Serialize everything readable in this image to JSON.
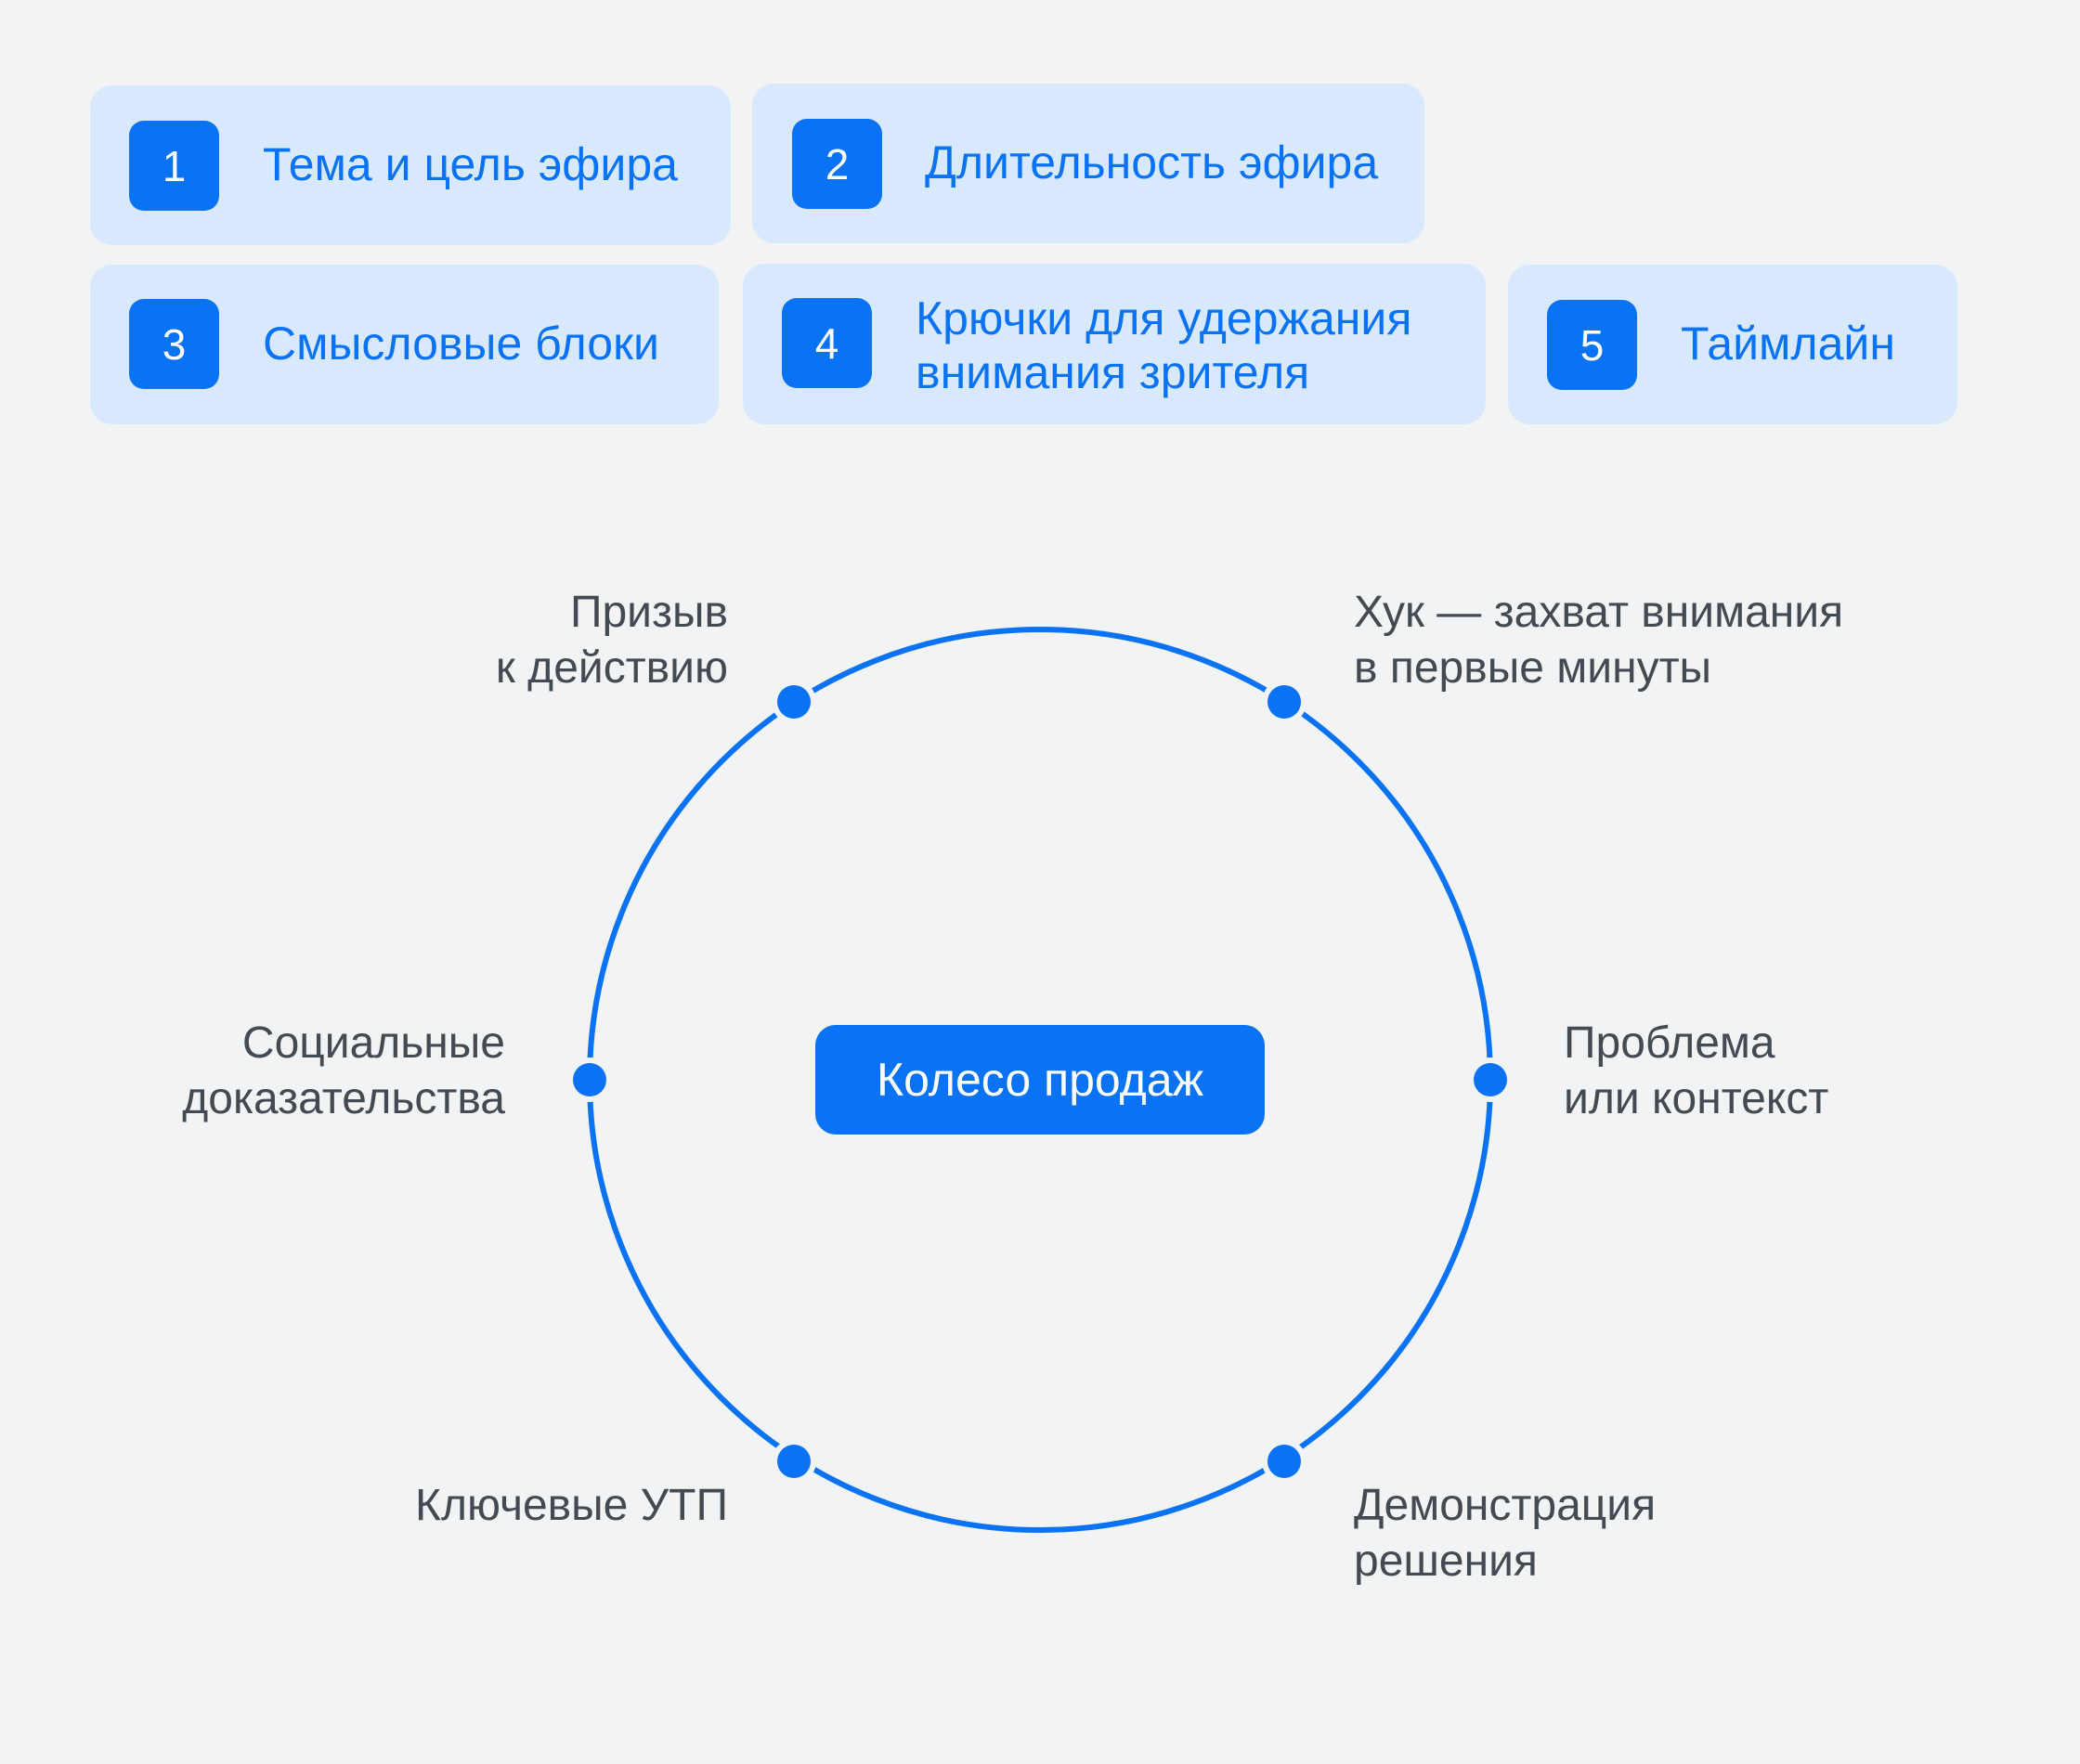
{
  "colors": {
    "background": "#f1f3f5",
    "chip_background": "#d9e9fd",
    "accent": "#0a73f5",
    "label_text": "#444a52"
  },
  "steps": [
    {
      "number": "1",
      "label": "Тема и цель эфира"
    },
    {
      "number": "2",
      "label": "Длительность эфира"
    },
    {
      "number": "3",
      "label": "Смысловые блоки"
    },
    {
      "number": "4",
      "label_line1": "Крючки для удержания",
      "label_line2": "внимания зрителя"
    },
    {
      "number": "5",
      "label": "Таймлайн"
    }
  ],
  "wheel": {
    "center_label": "Колесо продаж",
    "nodes": [
      {
        "line1": "Хук — захват внимания",
        "line2": "в первые минуты"
      },
      {
        "line1": "Проблема",
        "line2": "или контекст"
      },
      {
        "line1": "Демонстрация",
        "line2": "решения"
      },
      {
        "line1": "Ключевые УТП"
      },
      {
        "line1": "Социальные",
        "line2": "доказательства"
      },
      {
        "line1": "Призыв",
        "line2": "к действию"
      }
    ]
  }
}
